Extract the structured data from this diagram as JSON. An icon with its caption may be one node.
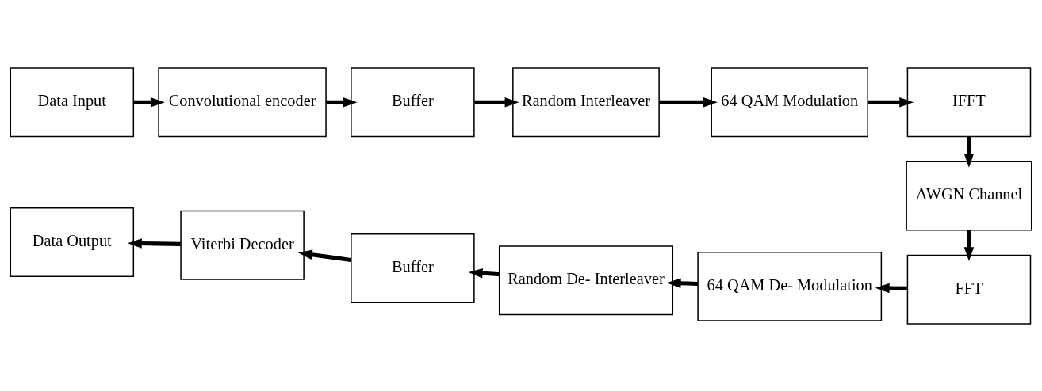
{
  "diagram": {
    "nodes": [
      {
        "text": [
          "Data Input"
        ]
      },
      {
        "text": [
          "Convolutional encoder"
        ]
      },
      {
        "text": [
          "Buffer"
        ]
      },
      {
        "text": [
          "Random Interleaver"
        ]
      },
      {
        "text": [
          "64 QAM Modulation"
        ]
      },
      {
        "text": [
          "IFFT"
        ]
      },
      {
        "text": [
          "AWGN Channel"
        ]
      },
      {
        "text": [
          "FFT"
        ]
      },
      {
        "text": [
          "64 QAM De- Modulation"
        ]
      },
      {
        "text": [
          "Random De- Interleaver"
        ]
      },
      {
        "text": [
          "Buffer"
        ]
      },
      {
        "text": [
          "Viterbi Decoder"
        ]
      },
      {
        "text": [
          "Data Output"
        ]
      }
    ],
    "edges": [
      {
        "from": 0,
        "to": 1,
        "arrow": "to"
      },
      {
        "from": 1,
        "to": 2,
        "arrow": "to"
      },
      {
        "from": 2,
        "to": 3,
        "arrow": "to"
      },
      {
        "from": 3,
        "to": 4,
        "arrow": "to"
      },
      {
        "from": 4,
        "to": 5,
        "arrow": "to"
      },
      {
        "from": 5,
        "to": 6,
        "arrow": "to"
      },
      {
        "from": 6,
        "to": 7,
        "arrow": "to"
      },
      {
        "from": 7,
        "to": 8,
        "arrow": "to"
      },
      {
        "from": 8,
        "to": 9,
        "arrow": "to"
      },
      {
        "from": 9,
        "to": 10,
        "arrow": "to"
      },
      {
        "from": 10,
        "to": 11,
        "arrow": "to"
      },
      {
        "from": 11,
        "to": 12,
        "arrow": "to"
      }
    ]
  }
}
